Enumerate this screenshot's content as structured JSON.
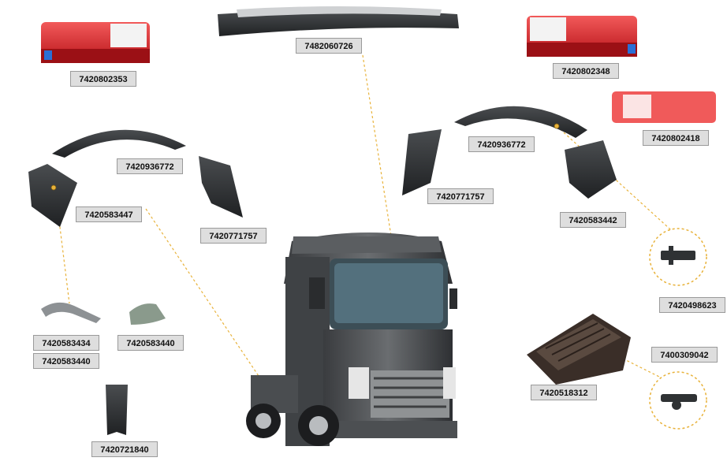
{
  "labels": {
    "bumper_top": "7482060726",
    "lamp_left": "7420802353",
    "lamp_right_top": "7420802348",
    "lamp_right_lens": "7420802418",
    "mudguard_left": "7420936772",
    "mudguard_right": "7420936772",
    "mudflap_left_front": "7420583447",
    "mudflap_left_rear": "7420771757",
    "mudflap_right_front": "7420771757",
    "mudflap_right_rear": "7420583442",
    "clip_right": "7420498623",
    "bracket_a": "7420583434",
    "bracket_b": "7420583440",
    "clamp": "7420583440",
    "holder": "7420721840",
    "step": "7420518312",
    "fastener": "7400309042"
  },
  "colors": {
    "label_bg": "#dedede",
    "label_border": "#9a9a9a",
    "callout_line": "#e8b23a",
    "part_dark": "#2f3234",
    "lamp_red": "#e0262b",
    "lens_red": "#f05a5a"
  }
}
